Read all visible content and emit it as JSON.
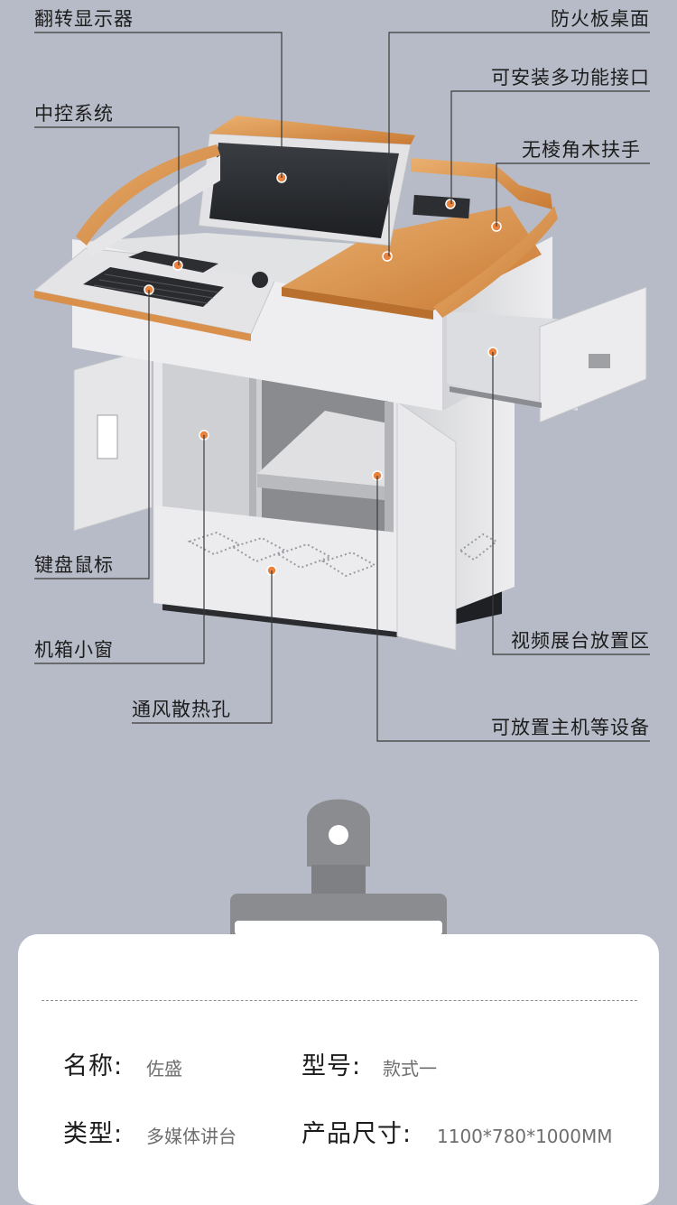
{
  "callouts": {
    "flip_monitor": "翻转显示器",
    "fireproof_top": "防火板桌面",
    "multi_interface": "可安装多功能接口",
    "control_system": "中控系统",
    "armrest": "无棱角木扶手",
    "keyboard_mouse": "键盘鼠标",
    "case_window": "机箱小窗",
    "vent_holes": "通风散热孔",
    "video_booth": "视频展台放置区",
    "host_storage": "可放置主机等设备"
  },
  "specs": {
    "name_label": "名称:",
    "name_value": "佐盛",
    "model_label": "型号:",
    "model_value": "款式一",
    "type_label": "类型:",
    "type_value": "多媒体讲台",
    "size_label": "产品尺寸:",
    "size_value": "1100*780*1000MM"
  },
  "colors": {
    "background": "#b6bbc7",
    "wood": "#d9904a",
    "metal": "#e4e4e6",
    "marker": "#e8823c",
    "card": "#ffffff"
  }
}
